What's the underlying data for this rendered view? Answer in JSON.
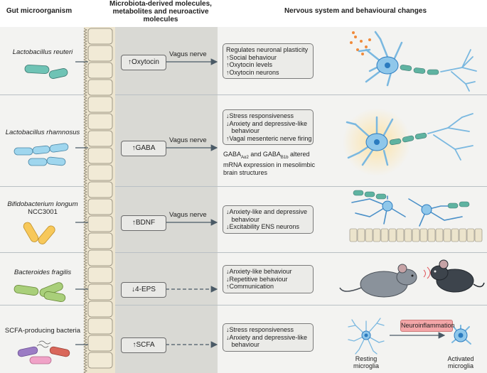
{
  "headers": {
    "organism": "Gut microorganism",
    "molecules": "Microbiota-derived molecules, metabolites and neuroactive molecules",
    "changes": "Nervous system and behavioural changes"
  },
  "rows": [
    {
      "organism": "Lactobacillus reuteri",
      "molecule": "↑Oxytocin",
      "pathway": "Vagus nerve",
      "effects": [
        "Regulates neuronal plasticity",
        "↑Social behaviour",
        "↑Oxytocin levels",
        "↑Oxytocin  neurons"
      ]
    },
    {
      "organism": "Lactobacillus rhamnosus",
      "molecule": "↑GABA",
      "pathway": "Vagus nerve",
      "effects": [
        "↓Stress responsiveness",
        "↓Anxiety and depressive-like",
        "   behaviour",
        "↑Vagal mesenteric nerve firing"
      ],
      "note_prefix": "GABA",
      "note_sub1": "Aα2",
      "note_mid": " and GABA",
      "note_sub2": "B1b",
      "note_suffix": " altered",
      "note_line2": "mRNA expression in mesolimbic",
      "note_line3": "brain structures"
    },
    {
      "organism": "Bifidobacterium longum",
      "organism_line2": "NCC3001",
      "molecule": "↑BDNF",
      "pathway": "Vagus nerve",
      "effects": [
        "↓Anxiety-like and depressive",
        "   behaviour",
        "↓Excitability ENS neurons"
      ]
    },
    {
      "organism": "Bacteroides fragilis",
      "molecule": "↓4-EPS",
      "pathway": "",
      "effects": [
        "↓Anxiety-like behaviour",
        "↓Repetitive behaviour",
        "↑Communication"
      ]
    },
    {
      "organism": "SCFA-producing bacteria",
      "molecule": "↑SCFA",
      "pathway": "",
      "effects": [
        "↓Stress responsiveness",
        "↓Anxiety and depressive-like",
        "   behaviour"
      ]
    }
  ],
  "microglia": {
    "label": "Neuroinflammation",
    "resting": [
      "Resting",
      "microglia"
    ],
    "activated": [
      "Activated",
      "microglia"
    ]
  },
  "colors": {
    "band": "#f3f3f1",
    "column": "#d9d9d4",
    "enterocyte": "#ede5cf",
    "neuron_blue": "#2b7bbf",
    "myelin_green": "#5fb3a1",
    "inflammation": "#f3a6a8"
  }
}
